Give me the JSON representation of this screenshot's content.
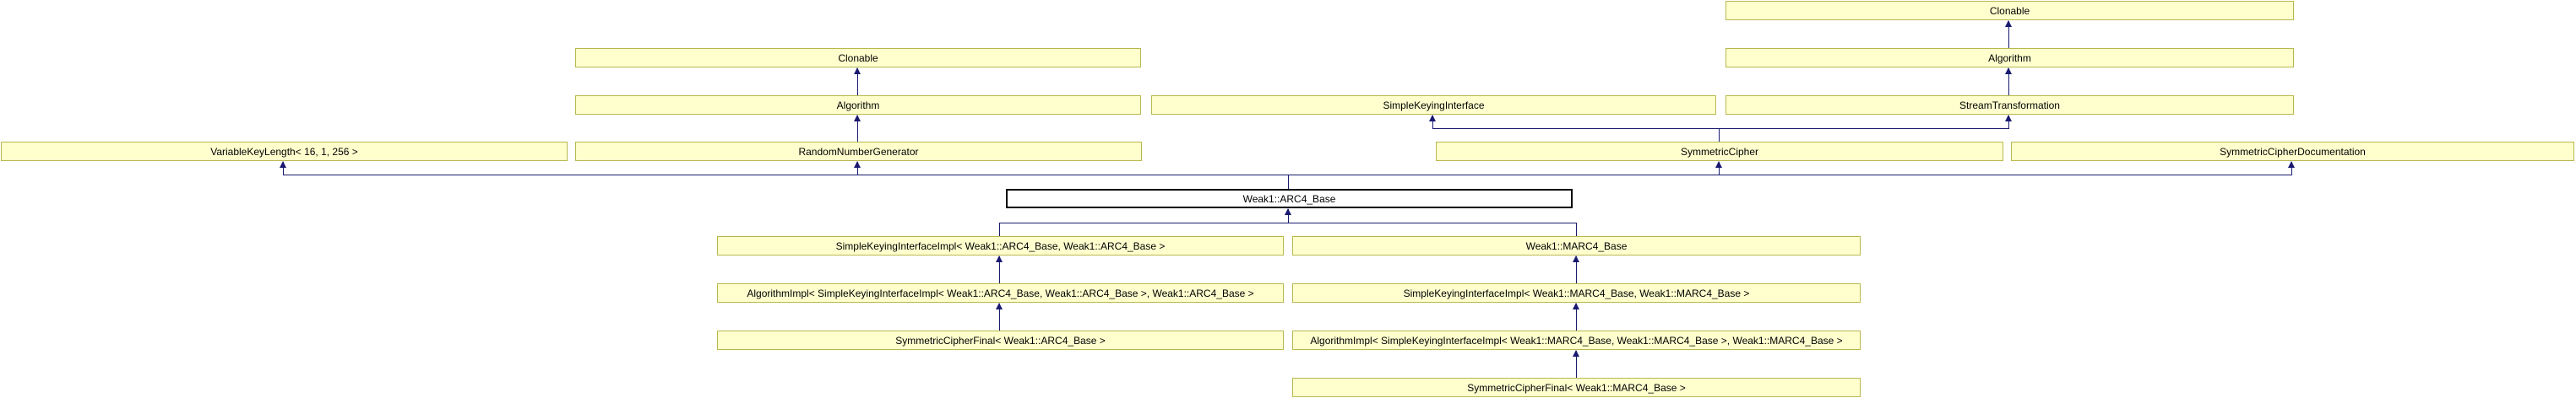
{
  "diagram": {
    "type": "class-inheritance-graph",
    "focus_class": "Weak1::ARC4_Base",
    "colors": {
      "background": "#ffffff",
      "node_fill": "#ffffce",
      "node_border": "#b8b84e",
      "focus_node_fill": "#ffffff",
      "focus_node_border": "#000000",
      "edge": "#191970",
      "text": "#000000"
    },
    "nodes": [
      {
        "label": "Clonable"
      },
      {
        "label": "Clonable"
      },
      {
        "label": "Algorithm"
      },
      {
        "label": "Algorithm"
      },
      {
        "label": "SimpleKeyingInterface"
      },
      {
        "label": "StreamTransformation"
      },
      {
        "label": "VariableKeyLength< 16, 1, 256 >"
      },
      {
        "label": "RandomNumberGenerator"
      },
      {
        "label": "SymmetricCipher"
      },
      {
        "label": "SymmetricCipherDocumentation"
      },
      {
        "label": "Weak1::ARC4_Base"
      },
      {
        "label": "SimpleKeyingInterfaceImpl< Weak1::ARC4_Base, Weak1::ARC4_Base >"
      },
      {
        "label": "Weak1::MARC4_Base"
      },
      {
        "label": "AlgorithmImpl< SimpleKeyingInterfaceImpl< Weak1::ARC4_Base, Weak1::ARC4_Base >, Weak1::ARC4_Base >"
      },
      {
        "label": "SimpleKeyingInterfaceImpl< Weak1::MARC4_Base, Weak1::MARC4_Base >"
      },
      {
        "label": "SymmetricCipherFinal< Weak1::ARC4_Base >"
      },
      {
        "label": "AlgorithmImpl< SimpleKeyingInterfaceImpl< Weak1::MARC4_Base, Weak1::MARC4_Base >, Weak1::MARC4_Base >"
      },
      {
        "label": "SymmetricCipherFinal< Weak1::MARC4_Base >"
      }
    ]
  }
}
